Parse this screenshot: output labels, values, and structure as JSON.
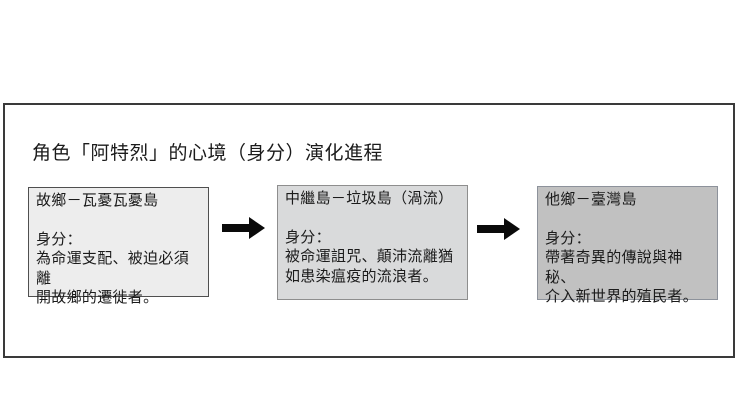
{
  "page": {
    "title": "角色「阿特烈」的心境（身分）演化進程"
  },
  "colors": {
    "frame_border": "#3a3a3a",
    "text": "#1b1b1b",
    "arrow": "#0a0a0a",
    "box1_fill": "#ededed",
    "box1_border": "#4f4f4f",
    "box2_fill": "#d9dadb",
    "box2_border": "#8e8e8e",
    "box3_fill": "#c1c1c1",
    "box3_border": "#8d929b"
  },
  "boxes": [
    {
      "heading": "故鄉－瓦憂瓦憂島",
      "identity_label": "身分：",
      "line1": "為命運支配、被迫必須離",
      "line2": "開故鄉的遷徙者。"
    },
    {
      "heading": "中繼島－垃圾島（渦流）",
      "identity_label": "身分：",
      "line1": "被命運詛咒、顛沛流離猶",
      "line2": "如患染瘟疫的流浪者。"
    },
    {
      "heading": "他鄉－臺灣島",
      "identity_label": "身分：",
      "line1": "帶著奇異的傳說與神秘、",
      "line2": "介入新世界的殖民者。"
    }
  ]
}
